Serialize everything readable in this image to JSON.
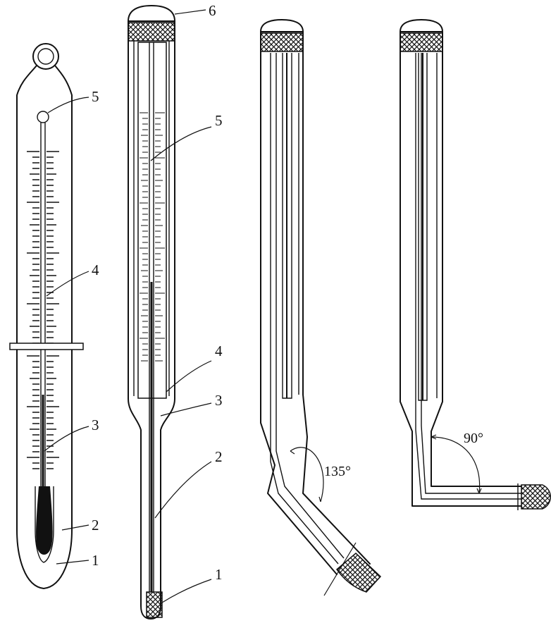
{
  "thermometer_1": {
    "labels": [
      {
        "key": "label_5",
        "text": "5"
      },
      {
        "key": "label_4",
        "text": "4"
      },
      {
        "key": "label_3",
        "text": "3"
      },
      {
        "key": "label_2",
        "text": "2"
      },
      {
        "key": "label_1",
        "text": "1"
      }
    ]
  },
  "thermometer_2": {
    "labels": [
      {
        "key": "label_6",
        "text": "6"
      },
      {
        "key": "label_5",
        "text": "5"
      },
      {
        "key": "label_4",
        "text": "4"
      },
      {
        "key": "label_3",
        "text": "3"
      },
      {
        "key": "label_2",
        "text": "2"
      },
      {
        "key": "label_1",
        "text": "1"
      }
    ]
  },
  "thermometer_3": {
    "angle_label": "135°"
  },
  "thermometer_4": {
    "angle_label": "90°"
  }
}
